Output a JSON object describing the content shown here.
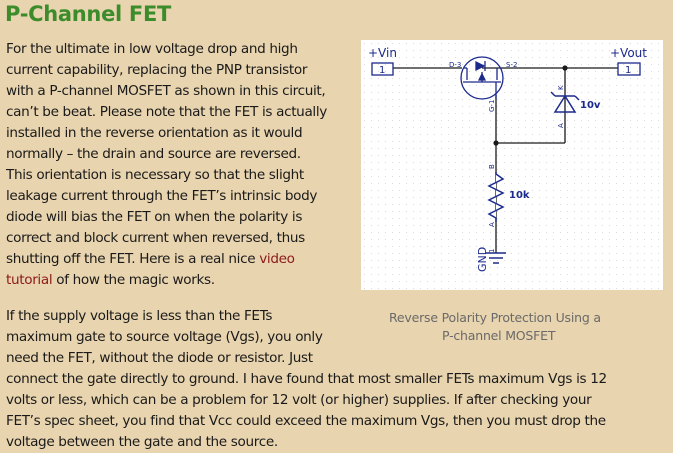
{
  "heading": "P-Channel FET",
  "paragraph1": [
    "For the ultimate in low voltage drop and high",
    "current capability, replacing the PNP transistor",
    "with a P-channel MOSFET as shown in this circuit,",
    "can’t be beat. Please note that the FET is actually",
    "installed in the reverse orientation as it would",
    "normally – the drain and source are reversed.",
    "This orientation is necessary so that the slight",
    "leakage current through the FET’s intrinsic body",
    "diode will bias the FET on when the polarity is",
    "correct and block current when reversed, thus",
    "shutting off the FET.  Here is a real nice "
  ],
  "link_part1": "video",
  "link_part2": "tutorial",
  "paragraph1_end": " of how the magic works.",
  "paragraph2": [
    "If the supply voltage is less than the FETs",
    "maximum gate to source voltage (Vgs), you only",
    "need the FET, without the diode or resistor. Just",
    "connect the gate directly to ground. I have found that most smaller FETs maximum Vgs is 12",
    "volts or less, which can be a problem for 12 volt (or higher) supplies. If after checking your",
    "FET’s spec sheet, you find that Vcc could exceed the maximum Vgs, then you must drop the",
    "voltage between the gate and the source."
  ],
  "figure": {
    "caption_line1": "Reverse Polarity Protection Using a",
    "caption_line2": "P-channel MOSFET",
    "vin_label": "+Vin",
    "vout_label": "+Vout",
    "pin": "1",
    "fet_drain": "D-3",
    "fet_source": "S-2",
    "fet_gate": "G-1",
    "zener_k": "K",
    "zener_a": "A",
    "zener_value": "10v",
    "res_b": "B",
    "res_a": "A",
    "res_value": "10k",
    "gnd_label": "GND",
    "gnd_pin": "1",
    "wire_color": "#1a1a1a",
    "part_color": "#1c2a8c"
  }
}
